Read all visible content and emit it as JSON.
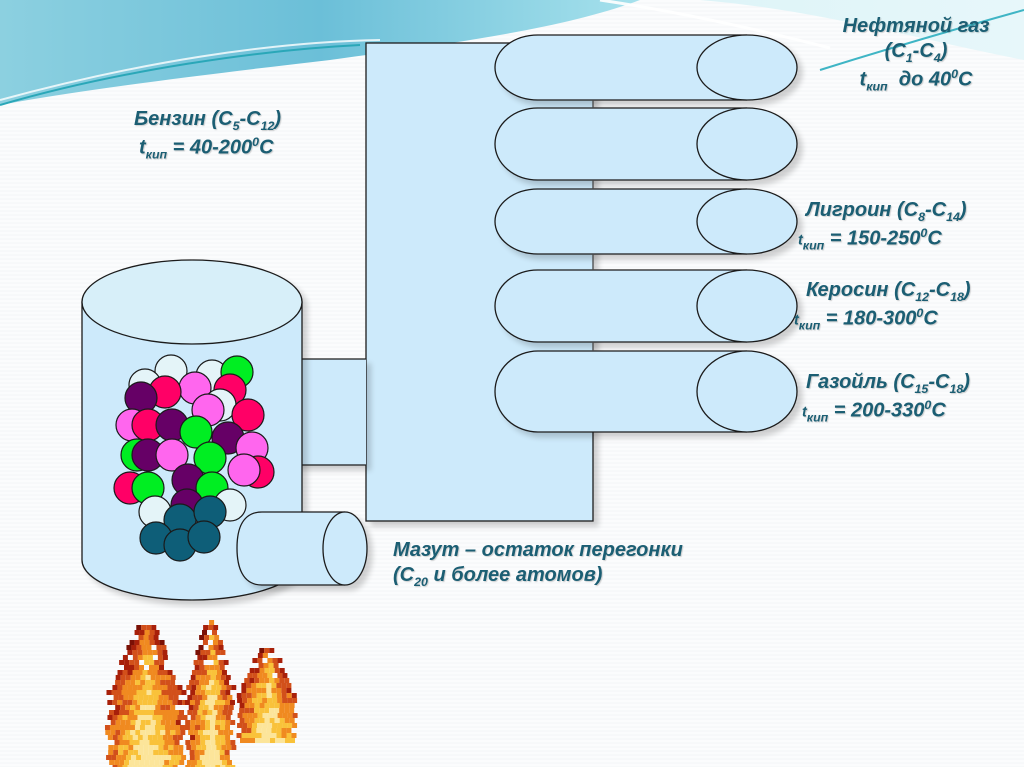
{
  "title": "Перегонка нефти",
  "colors": {
    "text": "#1b5e73",
    "vessel_fill": "#cdeafb",
    "outline": "#1a1a1a",
    "molecule_palette": [
      "#e4f4f8",
      "#ff0066",
      "#ff66ee",
      "#00ee22",
      "#660066",
      "#0e5e78"
    ]
  },
  "fractions": [
    {
      "name": "Нефтяной газ",
      "carbon_from": "1",
      "carbon_to": "4",
      "t_label": "t",
      "t_sub": "кип",
      "t_value_prefix": "до 40",
      "t_unit": "C",
      "t_deg": "0",
      "t_eq": ""
    },
    {
      "name": "Бензин",
      "carbon_from": "5",
      "carbon_to": "12",
      "t_label": "t",
      "t_sub": "кип",
      "t_eq": " = ",
      "t_value_prefix": "40-200",
      "t_deg": "0",
      "t_unit": "C"
    },
    {
      "name": "Лигроин",
      "carbon_from": "8",
      "carbon_to": "14",
      "t_label": "t",
      "t_sub": "кип",
      "t_eq": " = ",
      "t_value_prefix": "150-250",
      "t_deg": "0",
      "t_unit": "C"
    },
    {
      "name": "Керосин",
      "carbon_from": "12",
      "carbon_to": "18",
      "t_label": "t",
      "t_sub": "кип",
      "t_eq": " = ",
      "t_value_prefix": "180-300",
      "t_deg": "0",
      "t_unit": "C"
    },
    {
      "name": "Газойль",
      "carbon_from": "15",
      "carbon_to": "18",
      "t_label": "t",
      "t_sub": "кип",
      "t_eq": " = ",
      "t_value_prefix": "200-330",
      "t_deg": "0",
      "t_unit": "C"
    }
  ],
  "residue": {
    "line1": "Мазут – остаток перегонки",
    "line2_open": "(C",
    "line2_sub": "20",
    "line2_rest": " и более атомов)"
  },
  "symbols": {
    "C": "C",
    "open": "(",
    "dash": "-",
    "close": ")"
  }
}
